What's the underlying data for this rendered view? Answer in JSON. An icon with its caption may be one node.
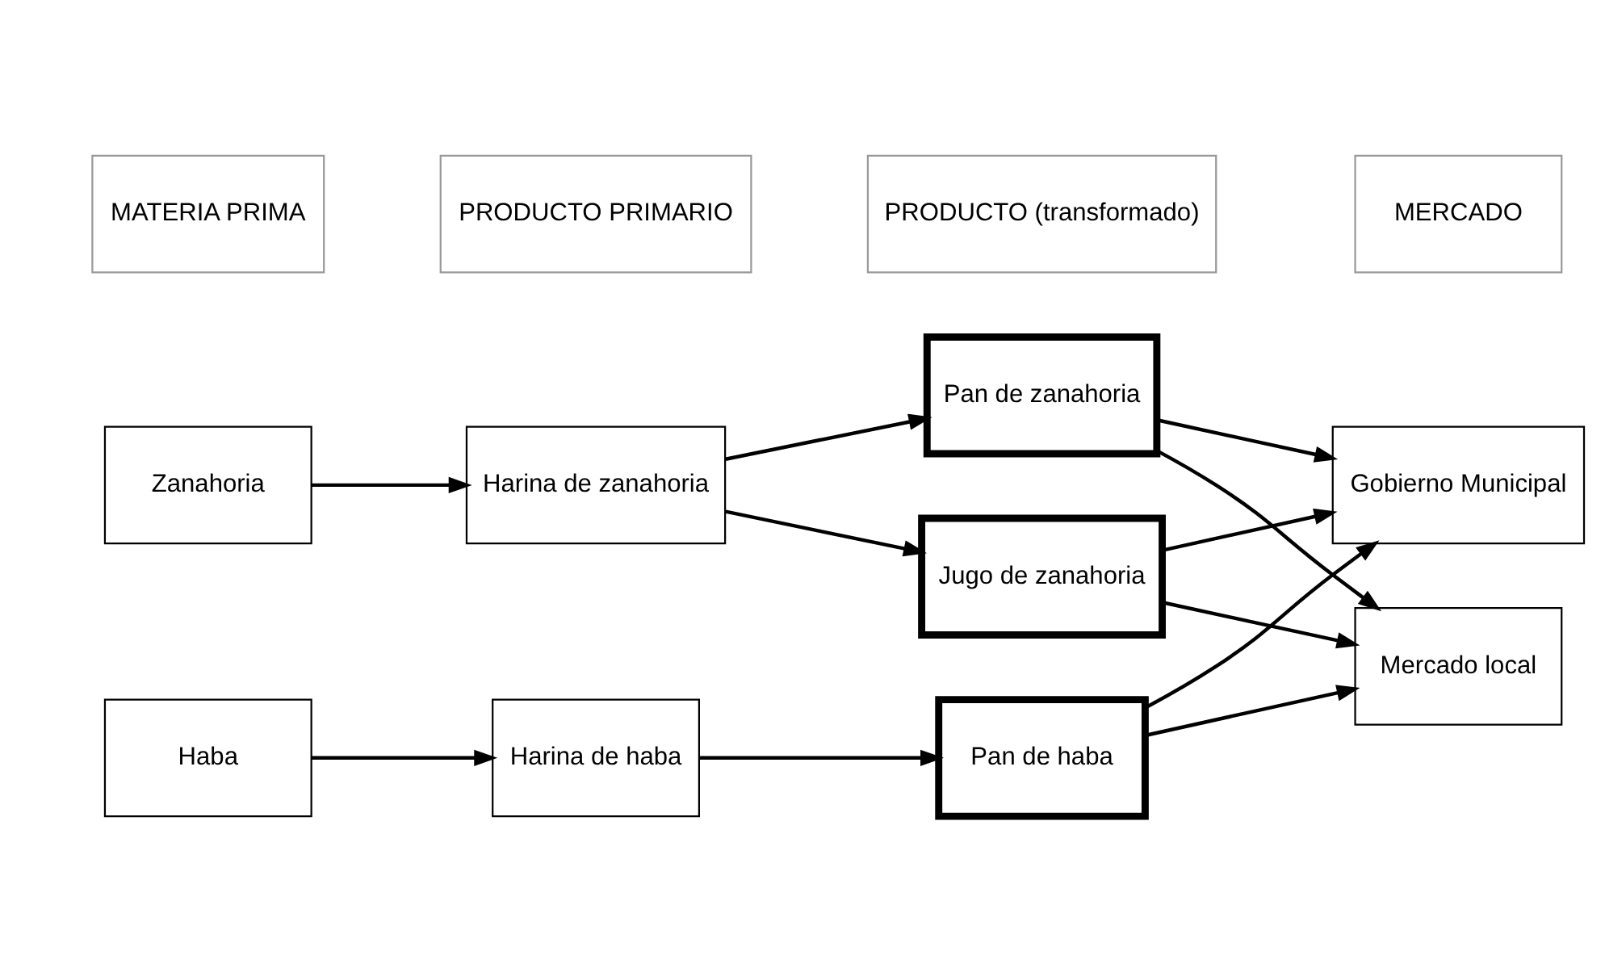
{
  "diagram": {
    "nodes": [
      {
        "text": [
          "MATERIA PRIMA"
        ]
      },
      {
        "text": [
          "PRODUCTO PRIMARIO"
        ]
      },
      {
        "text": [
          "PRODUCTO (transformado)"
        ]
      },
      {
        "text": [
          "MERCADO"
        ]
      },
      {
        "text": [
          "Haba"
        ]
      },
      {
        "text": [
          "Harina de haba"
        ]
      },
      {
        "text": [
          "Pan de haba"
        ]
      },
      {
        "text": [
          "Mercado local"
        ]
      },
      {
        "text": [
          "Pan de zanahoria"
        ]
      },
      {
        "text": [
          "Gobierno Municipal"
        ]
      },
      {
        "text": [
          "Zanahoria"
        ]
      },
      {
        "text": [
          "Harina de zanahoria"
        ]
      },
      {
        "text": [
          "Jugo de zanahoria"
        ]
      }
    ],
    "edges": [
      {
        "from": 4,
        "to": 5,
        "arrow": "to"
      },
      {
        "from": 5,
        "to": 6,
        "arrow": "to"
      },
      {
        "from": 10,
        "to": 11,
        "arrow": "to"
      },
      {
        "from": 11,
        "to": 8,
        "arrow": "to"
      },
      {
        "from": 11,
        "to": 12,
        "arrow": "to"
      },
      {
        "from": 6,
        "to": 7,
        "arrow": "to"
      },
      {
        "from": 6,
        "to": 9,
        "arrow": "to"
      },
      {
        "from": 8,
        "to": 7,
        "arrow": "to"
      },
      {
        "from": 8,
        "to": 9,
        "arrow": "to"
      },
      {
        "from": 12,
        "to": 7,
        "arrow": "to"
      },
      {
        "from": 12,
        "to": 9,
        "arrow": "to"
      }
    ]
  }
}
